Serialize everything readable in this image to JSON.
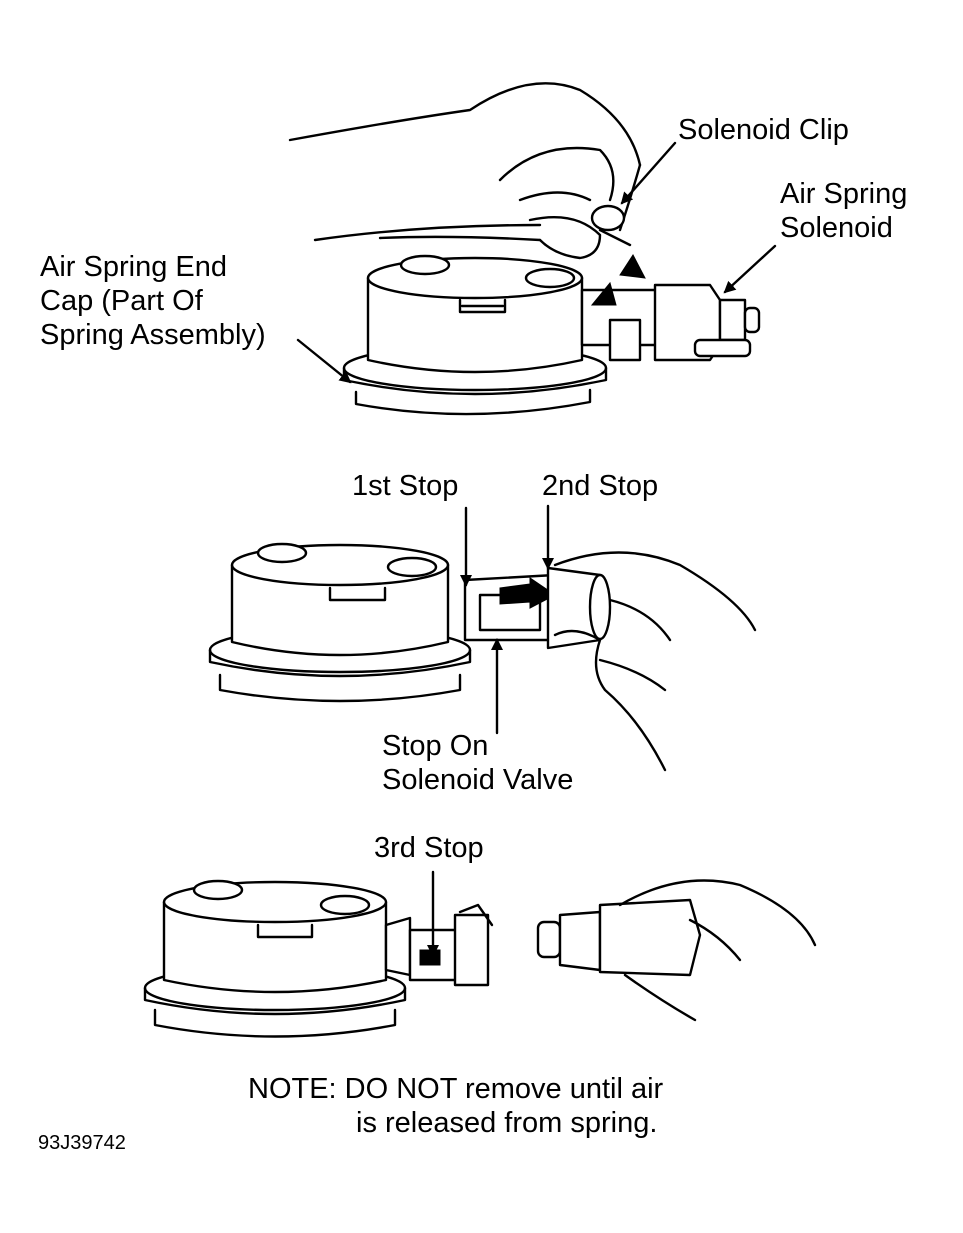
{
  "labels": {
    "solenoid_clip": "Solenoid Clip",
    "air_spring_solenoid_1": "Air Spring",
    "air_spring_solenoid_2": "Solenoid",
    "end_cap_1": "Air Spring End",
    "end_cap_2": "Cap (Part Of",
    "end_cap_3": "Spring Assembly)",
    "first_stop": "1st Stop",
    "second_stop": "2nd Stop",
    "stop_on_valve_1": "Stop On",
    "stop_on_valve_2": "Solenoid Valve",
    "third_stop": "3rd Stop"
  },
  "note": {
    "line1": "NOTE: DO NOT remove until air",
    "line2": "is released from spring."
  },
  "figure_code": "93J39742"
}
